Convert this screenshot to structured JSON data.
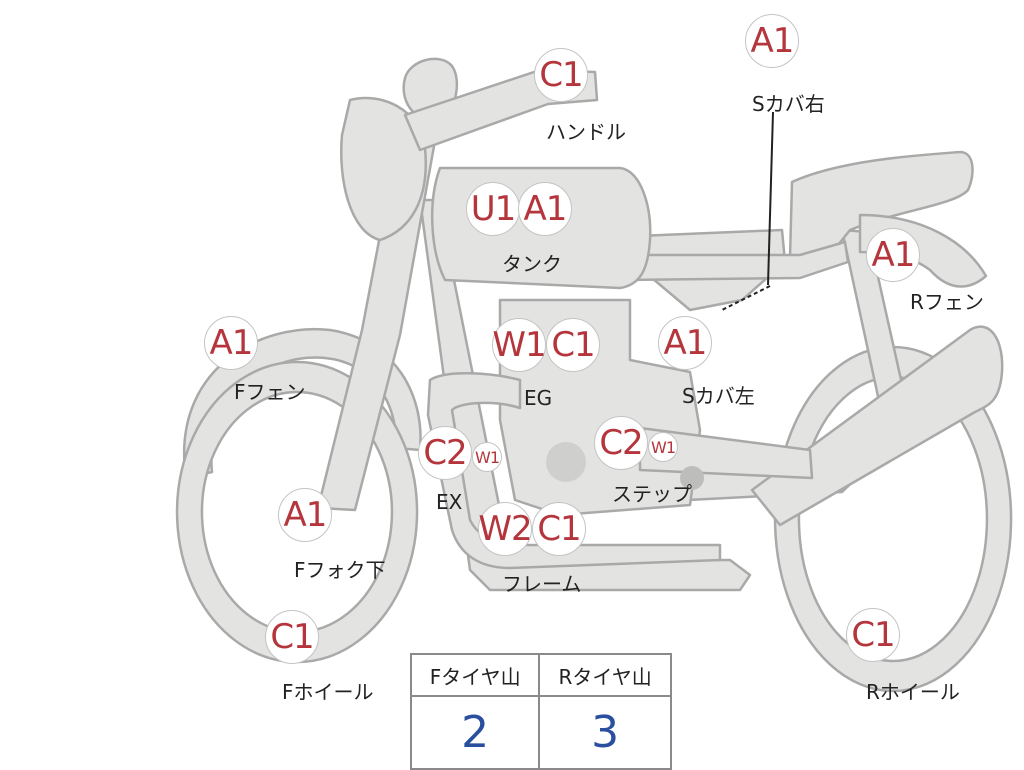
{
  "markers": {
    "handle_c1": "C1",
    "scover_right_a1": "A1",
    "tank_u1": "U1",
    "tank_a1": "A1",
    "rfender_a1": "A1",
    "ffender_a1": "A1",
    "eg_w1": "W1",
    "eg_c1": "C1",
    "scover_left_a1": "A1",
    "ex_c2": "C2",
    "ex_w1": "W1",
    "step_c2": "C2",
    "step_w1": "W1",
    "ffork_a1": "A1",
    "frame_w2": "W2",
    "frame_c1": "C1",
    "fwheel_c1": "C1",
    "rwheel_c1": "C1"
  },
  "labels": {
    "handle": "ハンドル",
    "scover_right": "Sカバ右",
    "tank": "タンク",
    "rfender": "Rフェン",
    "ffender": "Fフェン",
    "eg": "EG",
    "scover_left": "Sカバ左",
    "ex": "EX",
    "step": "ステップ",
    "ffork": "Fフォク下",
    "frame": "フレーム",
    "fwheel": "Fホイール",
    "rwheel": "Rホイール"
  },
  "tread": {
    "front_label": "Fタイヤ山",
    "rear_label": "Rタイヤ山",
    "front_value": "2",
    "rear_value": "3"
  },
  "colors": {
    "marker_text": "#b4363c",
    "tread_value": "#2a4f9e",
    "bike_fill": "#e3e3e1",
    "bike_stroke": "#a9a9a9"
  }
}
